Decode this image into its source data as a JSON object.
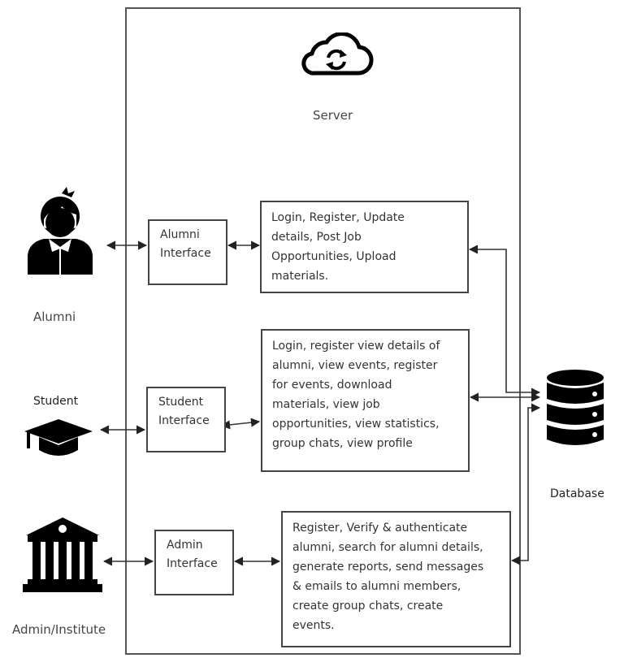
{
  "server": {
    "label": "Server",
    "icon": "cloud-sync-icon"
  },
  "database": {
    "label": "Database",
    "icon": "database-icon"
  },
  "actors": [
    {
      "id": "alumni",
      "label": "Alumni",
      "icon": "alumni-person-icon"
    },
    {
      "id": "student",
      "label": "Student",
      "icon": "graduation-cap-icon"
    },
    {
      "id": "admin",
      "label": "Admin/Institute",
      "icon": "institution-building-icon"
    }
  ],
  "interfaces": [
    {
      "id": "alumni",
      "label": "Alumni\nInterface"
    },
    {
      "id": "student",
      "label": "Student\nInterface"
    },
    {
      "id": "admin",
      "label": "Admin\nInterface"
    }
  ],
  "functions": [
    {
      "id": "alumni",
      "text": "Login, Register, Update\ndetails, Post Job\nOpportunities, Upload\nmaterials."
    },
    {
      "id": "student",
      "text": "Login, register view details of\nalumni, view events, register\nfor events, download\nmaterials, view job\nopportunities, view statistics,\ngroup chats, view profile"
    },
    {
      "id": "admin",
      "text": "Register, Verify & authenticate\nalumni, search for alumni details,\ngenerate reports, send messages\n& emails to alumni members,\ncreate group chats, create\nevents."
    }
  ],
  "colors": {
    "line": "#444444",
    "icon": "#000000",
    "text": "#333333"
  }
}
